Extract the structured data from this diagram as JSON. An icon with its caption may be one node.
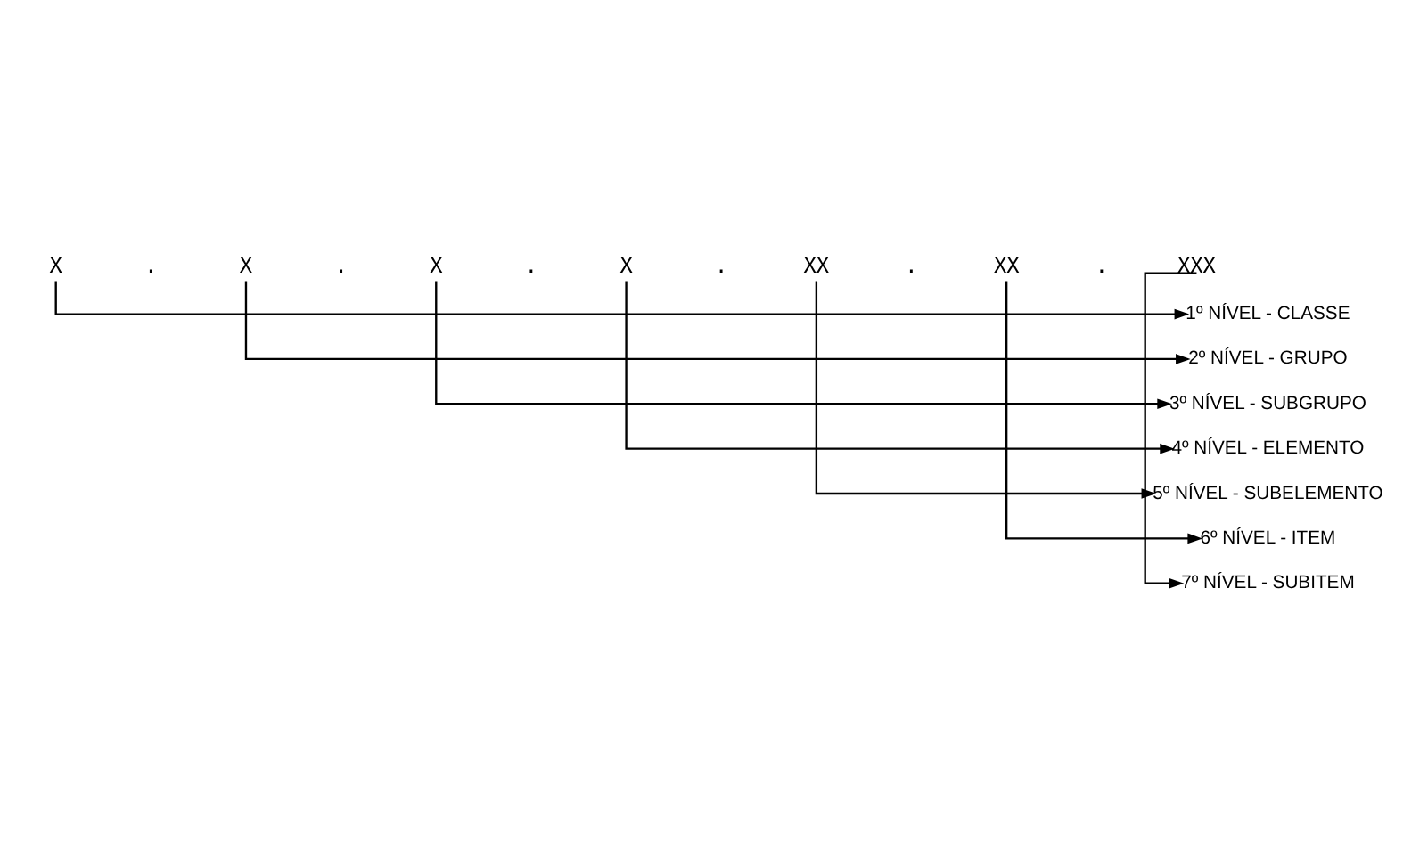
{
  "diagram": {
    "nodes": [
      {
        "text": [
          "X"
        ]
      },
      {
        "text": [
          "X"
        ]
      },
      {
        "text": [
          "X"
        ]
      },
      {
        "text": [
          "X"
        ]
      },
      {
        "text": [
          "XX"
        ]
      },
      {
        "text": [
          "XX"
        ]
      },
      {
        "text": [
          "XXX"
        ]
      },
      {
        "text": [
          "1º NÍVEL - CLASSE"
        ]
      },
      {
        "text": [
          "2º NÍVEL - GRUPO"
        ]
      },
      {
        "text": [
          "3º NÍVEL - SUBGRUPO"
        ]
      },
      {
        "text": [
          "4º NÍVEL - ELEMENTO"
        ]
      },
      {
        "text": [
          "5º NÍVEL - SUBELEMENTO"
        ]
      },
      {
        "text": [
          "6º NÍVEL - ITEM"
        ]
      },
      {
        "text": [
          "7º NÍVEL - SUBITEM"
        ]
      }
    ],
    "edges": [
      {
        "from": 0,
        "to": 7,
        "arrow": "to"
      },
      {
        "from": 1,
        "to": 8,
        "arrow": "to"
      },
      {
        "from": 2,
        "to": 9,
        "arrow": "to"
      },
      {
        "from": 3,
        "to": 10,
        "arrow": "to"
      },
      {
        "from": 4,
        "to": 11,
        "arrow": "to"
      },
      {
        "from": 5,
        "to": 12,
        "arrow": "to"
      },
      {
        "from": 6,
        "to": 13,
        "arrow": "to"
      }
    ],
    "labels": [
      ".",
      ".",
      ".",
      ".",
      ".",
      "."
    ]
  }
}
